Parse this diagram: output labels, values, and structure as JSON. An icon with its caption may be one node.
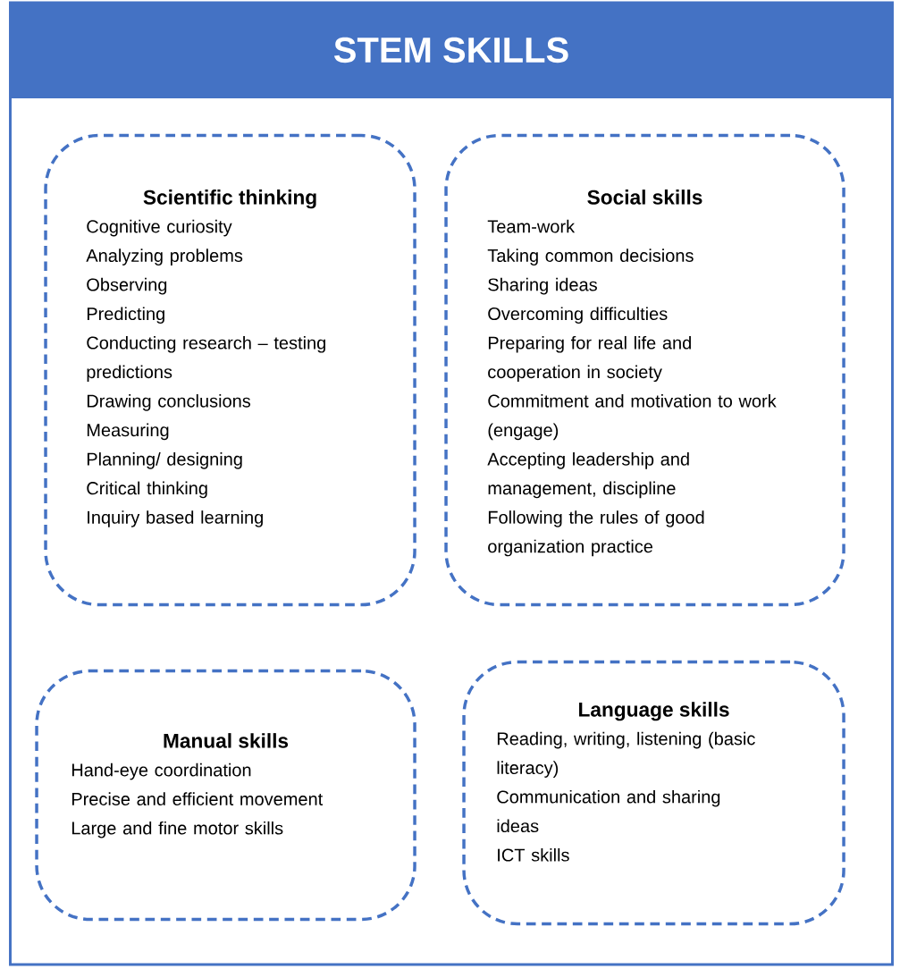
{
  "diagram": {
    "nodes": [
      {
        "text": [
          "STEM SKILLS"
        ]
      },
      {
        "text": [
          "Scientific thinking",
          "Cognitive curiosity",
          "Analyzing problems",
          "Observing",
          "Predicting",
          "Conducting research – testing predictions",
          "Drawing conclusions",
          "Measuring",
          "Planning/ designing",
          "Critical thinking",
          "Inquiry based learning"
        ],
        "in": 0
      },
      {
        "text": [
          "Social skills",
          "Team-work",
          "Taking common decisions",
          "Sharing ideas",
          "Overcoming difficulties",
          "Preparing for real life and cooperation in society",
          "Commitment and motivation to work (engage)",
          "Accepting leadership and management, discipline",
          "Following the rules of good organization practice"
        ],
        "in": 0
      },
      {
        "text": [
          "Manual skills",
          "Hand-eye coordination",
          "Precise and efficient movement",
          "Large and fine motor skills"
        ],
        "in": 0
      },
      {
        "text": [
          "Language skills",
          "Reading, writing, listening (basic literacy)",
          "Communication and sharing ideas",
          "ICT skills"
        ],
        "in": 0
      }
    ]
  }
}
